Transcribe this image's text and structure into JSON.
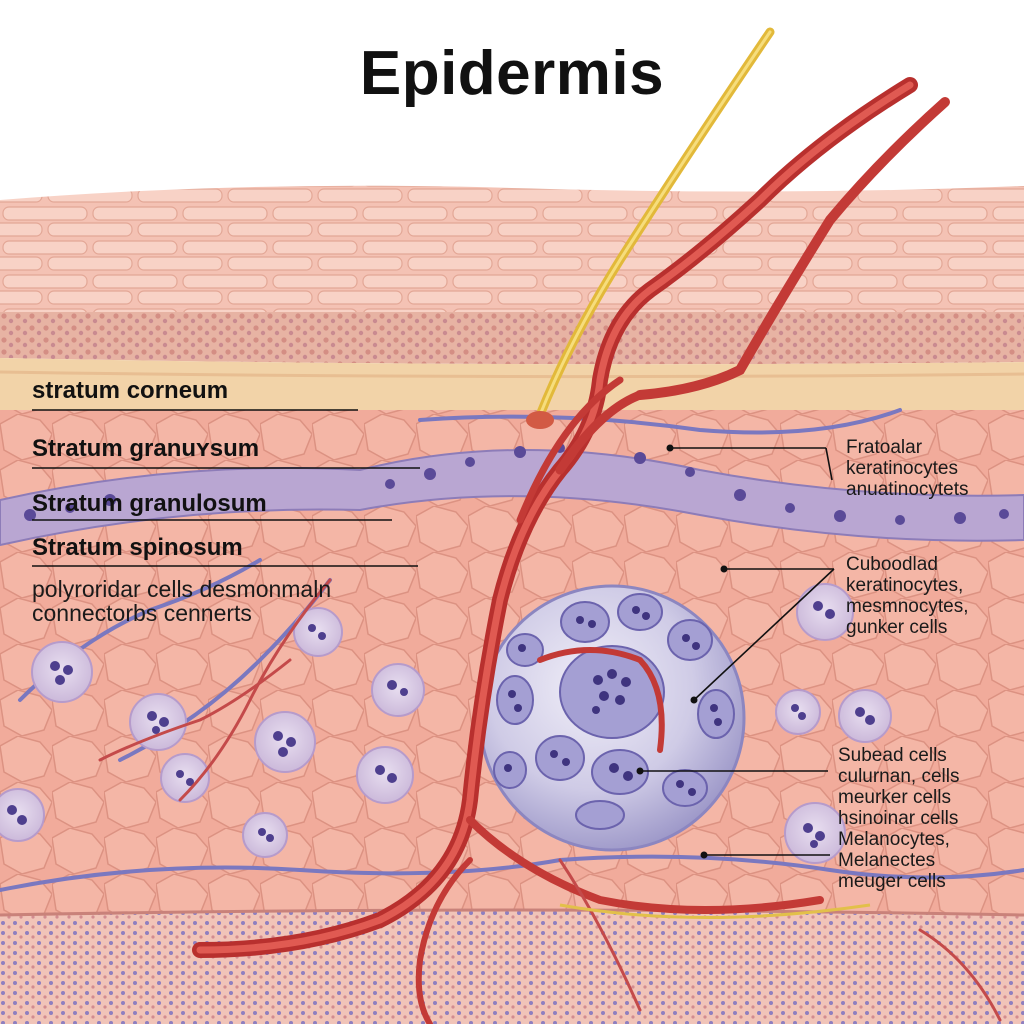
{
  "title": "Epidermis",
  "colors": {
    "skin": "#f0a898",
    "cornified": "#f6c2b4",
    "granular": "#e8b8a8",
    "nuclei": "#6a5aa8",
    "vessel_red": "#cc3a3a",
    "vessel_blue": "#7a78c0",
    "hair": "#e2b93a"
  },
  "labels": {
    "layers": [
      "ѕtratum corneum",
      "Stratum granuʏsum",
      "Stratum granulosum",
      "Stratum spinosum"
    ],
    "description": [
      "polyroridar cells desmonmaln",
      "connectorbs cennerts"
    ]
  },
  "callouts": {
    "upper": [
      "Fratoalar",
      "keratinocytes",
      "anuatinocytets"
    ],
    "middle": [
      "Cuboodlad",
      "keratinocytes,",
      "mesmnocytes,",
      "gunker cells"
    ],
    "lower": [
      "Subead cells",
      "culurnan, cells",
      "meurker cells",
      "hsinoinar cells",
      "Melanocytes,",
      "Melanectes",
      "meuger cells"
    ]
  }
}
